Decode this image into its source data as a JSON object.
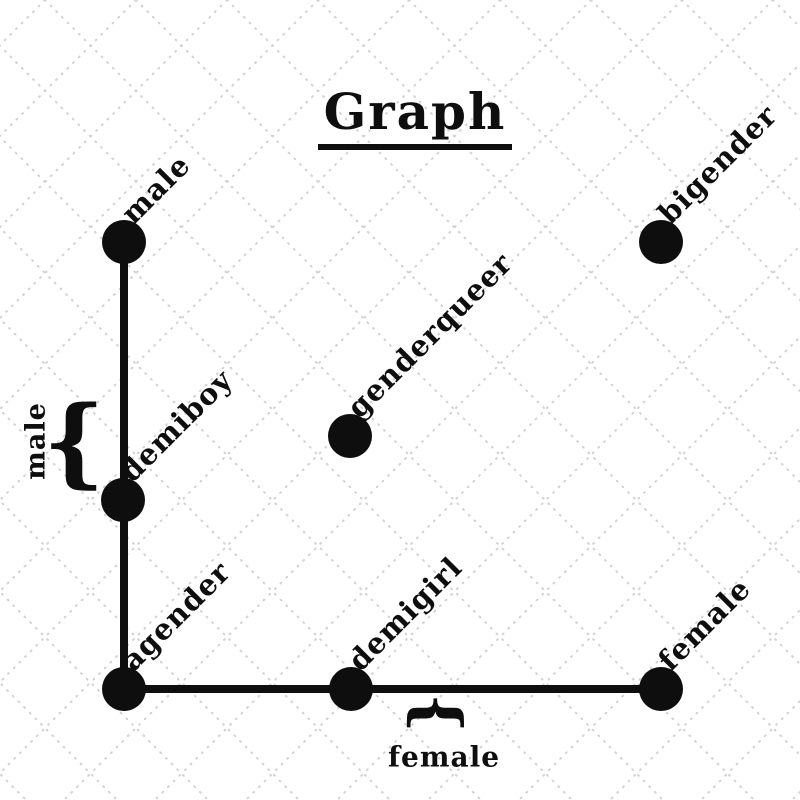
{
  "title": "Graph",
  "nodes": [
    {
      "id": "male",
      "label": "male"
    },
    {
      "id": "bigender",
      "label": "bigender"
    },
    {
      "id": "genderqueer",
      "label": "genderqueer"
    },
    {
      "id": "demiboy",
      "label": "demiboy"
    },
    {
      "id": "agender",
      "label": "agender"
    },
    {
      "id": "demigirl",
      "label": "demigirl"
    },
    {
      "id": "female",
      "label": "female"
    }
  ],
  "edges": [
    {
      "from": "male",
      "to": "agender",
      "via": "demiboy",
      "orientation": "vertical"
    },
    {
      "from": "agender",
      "to": "female",
      "via": "demigirl",
      "orientation": "horizontal"
    }
  ],
  "braces": {
    "glyph": "{",
    "left": {
      "label": "male",
      "marks": "vertical-axis-segment"
    },
    "bottom": {
      "label": "female",
      "marks": "horizontal-axis-segment"
    }
  },
  "colors": {
    "ink": "#0e0e0e",
    "background": "#ffffff",
    "lattice": "#d2d2d2"
  }
}
